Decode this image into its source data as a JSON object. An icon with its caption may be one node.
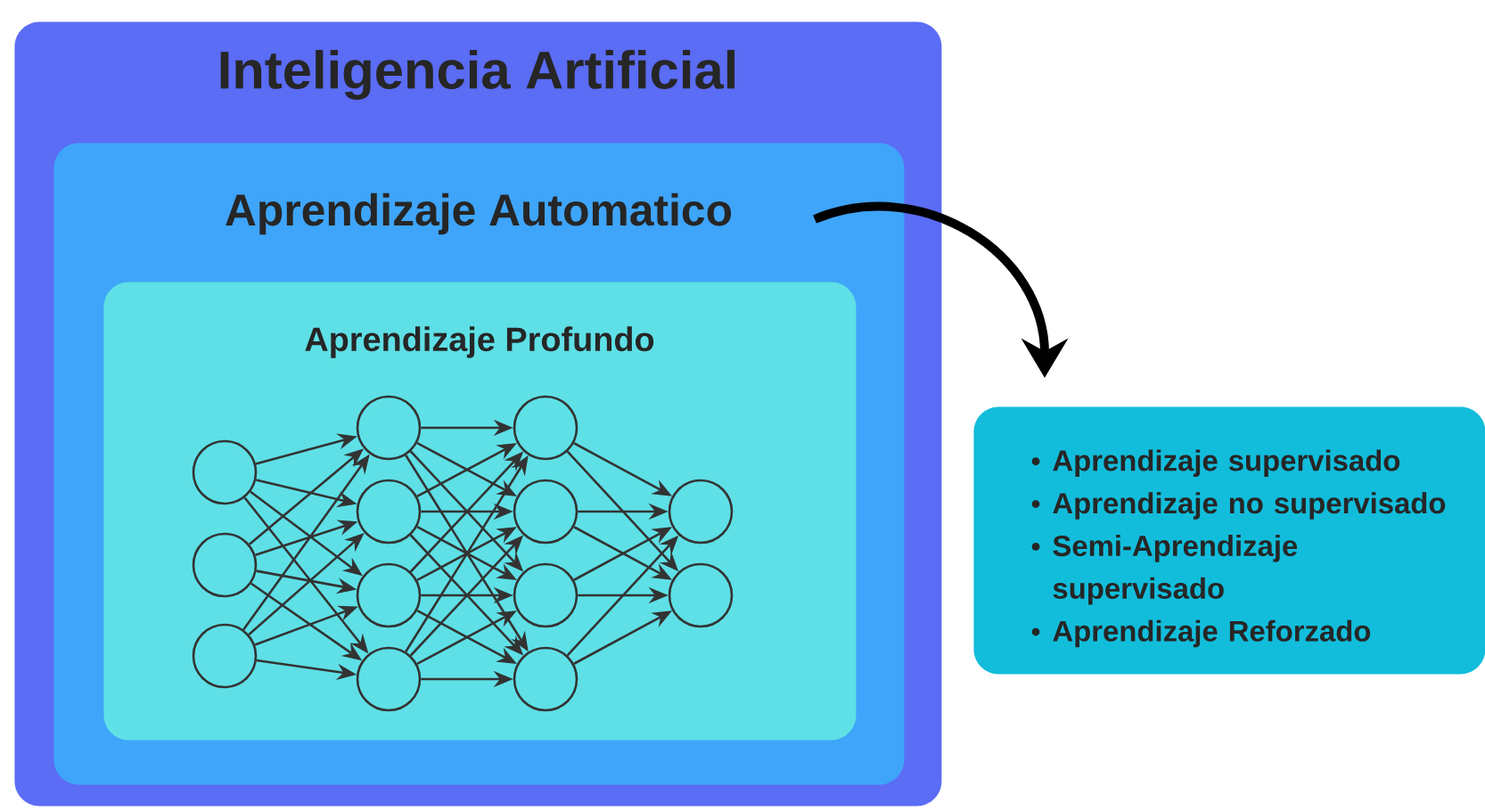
{
  "diagram": {
    "nodes": [
      {
        "text": [
          "Inteligencia Artificial"
        ]
      },
      {
        "text": [
          "Aprendizaje Automatico"
        ],
        "in": 0
      },
      {
        "text": [
          "Aprendizaje Profundo"
        ],
        "in": 1
      },
      {
        "text": [
          "Aprendizaje supervisado",
          "Aprendizaje no supervisado",
          "Semi-Aprendizaje supervisado",
          "Aprendizaje Reforzado"
        ]
      },
      {
        "text": [],
        "shape": "circle",
        "in": 2
      },
      {
        "text": [],
        "shape": "circle",
        "in": 2
      },
      {
        "text": [],
        "shape": "circle",
        "in": 2
      },
      {
        "text": [],
        "shape": "circle",
        "in": 2
      },
      {
        "text": [],
        "shape": "circle",
        "in": 2
      },
      {
        "text": [],
        "shape": "circle",
        "in": 2
      },
      {
        "text": [],
        "shape": "circle",
        "in": 2
      },
      {
        "text": [],
        "shape": "circle",
        "in": 2
      },
      {
        "text": [],
        "shape": "circle",
        "in": 2
      },
      {
        "text": [],
        "shape": "circle",
        "in": 2
      },
      {
        "text": [],
        "shape": "circle",
        "in": 2
      },
      {
        "text": [],
        "shape": "circle",
        "in": 2
      },
      {
        "text": [],
        "shape": "circle",
        "in": 2
      }
    ],
    "edges": [
      {
        "from": 1,
        "to": 3,
        "arrow": "to",
        "style": "thick"
      },
      {
        "from": 4,
        "to": 7,
        "arrow": "to"
      },
      {
        "from": 4,
        "to": 8,
        "arrow": "to"
      },
      {
        "from": 4,
        "to": 9,
        "arrow": "to"
      },
      {
        "from": 4,
        "to": 10,
        "arrow": "to"
      },
      {
        "from": 5,
        "to": 7,
        "arrow": "to"
      },
      {
        "from": 5,
        "to": 8,
        "arrow": "to"
      },
      {
        "from": 5,
        "to": 9,
        "arrow": "to"
      },
      {
        "from": 5,
        "to": 10,
        "arrow": "to"
      },
      {
        "from": 6,
        "to": 7,
        "arrow": "to"
      },
      {
        "from": 6,
        "to": 8,
        "arrow": "to"
      },
      {
        "from": 6,
        "to": 9,
        "arrow": "to"
      },
      {
        "from": 6,
        "to": 10,
        "arrow": "to"
      },
      {
        "from": 7,
        "to": 11,
        "arrow": "to"
      },
      {
        "from": 7,
        "to": 12,
        "arrow": "to"
      },
      {
        "from": 7,
        "to": 13,
        "arrow": "to"
      },
      {
        "from": 7,
        "to": 14,
        "arrow": "to"
      },
      {
        "from": 8,
        "to": 11,
        "arrow": "to"
      },
      {
        "from": 8,
        "to": 12,
        "arrow": "to"
      },
      {
        "from": 8,
        "to": 13,
        "arrow": "to"
      },
      {
        "from": 8,
        "to": 14,
        "arrow": "to"
      },
      {
        "from": 9,
        "to": 11,
        "arrow": "to"
      },
      {
        "from": 9,
        "to": 12,
        "arrow": "to"
      },
      {
        "from": 9,
        "to": 13,
        "arrow": "to"
      },
      {
        "from": 9,
        "to": 14,
        "arrow": "to"
      },
      {
        "from": 10,
        "to": 11,
        "arrow": "to"
      },
      {
        "from": 10,
        "to": 12,
        "arrow": "to"
      },
      {
        "from": 10,
        "to": 13,
        "arrow": "to"
      },
      {
        "from": 10,
        "to": 14,
        "arrow": "to"
      },
      {
        "from": 11,
        "to": 15,
        "arrow": "to"
      },
      {
        "from": 11,
        "to": 16,
        "arrow": "to"
      },
      {
        "from": 12,
        "to": 15,
        "arrow": "to"
      },
      {
        "from": 12,
        "to": 16,
        "arrow": "to"
      },
      {
        "from": 13,
        "to": 15,
        "arrow": "to"
      },
      {
        "from": 13,
        "to": 16,
        "arrow": "to"
      },
      {
        "from": 14,
        "to": 15,
        "arrow": "to"
      },
      {
        "from": 14,
        "to": 16,
        "arrow": "to"
      }
    ]
  }
}
